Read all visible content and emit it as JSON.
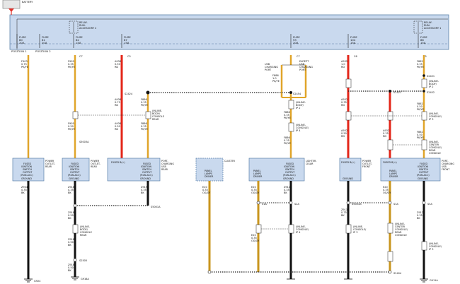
{
  "battery": {
    "label": "BATTERY"
  },
  "relays": {
    "relay2": {
      "lines": [
        "RELAY-",
        "RUN-",
        "ACCESSORY 2"
      ]
    },
    "relay1": {
      "lines": [
        "RELAY-",
        "RUN-",
        "ACCESSORY 1"
      ]
    }
  },
  "fuses": [
    {
      "lines": [
        "FUSE",
        "80",
        "20A"
      ]
    },
    {
      "lines": [
        "FUSE",
        "81",
        "20A"
      ]
    },
    {
      "lines": [
        "FUSE",
        "82",
        "15A"
      ]
    },
    {
      "lines": [
        "FUSE",
        "87",
        "15A"
      ]
    },
    {
      "lines": [
        "FUSE",
        "93",
        "20A"
      ]
    },
    {
      "lines": [
        "FUSE",
        "104",
        "15A"
      ]
    },
    {
      "lines": [
        "FUSE",
        "86",
        "15A"
      ]
    }
  ],
  "positions": {
    "p1": "POSITION 1",
    "p2": "POSITION 2"
  },
  "upper_connectors": [
    "C7",
    "C5",
    "C7",
    "C6",
    "C5"
  ],
  "circuits": {
    "c1": [
      "F903",
      "0.75",
      "PK/YE"
    ],
    "c2a": [
      "F905",
      "0.35",
      "PK/YE"
    ],
    "c2b": [
      "F905",
      "0.50",
      "PK/YE"
    ],
    "c3a": [
      "A936",
      "0.50",
      "RD"
    ],
    "c3b": [
      "A936",
      "0.75",
      "RD"
    ],
    "c3c": [
      "A936",
      "0.50",
      "RD"
    ],
    "c4a": [
      "F886",
      "0.35",
      "PK/YE"
    ],
    "c4b": [
      "F886",
      "0.35",
      "PK/YE"
    ],
    "c5a": [
      "F886",
      "1.0",
      "PK/YE"
    ],
    "c5b": [
      "F886",
      "0.35",
      "PK/YE"
    ],
    "c5c": [
      "F886",
      "0.35",
      "PK/YE"
    ],
    "c6a": [
      "A932",
      "1.0",
      "RD"
    ],
    "c6b": [
      "A932",
      "0.35",
      "RD"
    ],
    "c6c": [
      "A932",
      "0.50",
      "RD"
    ],
    "c7a": [
      "F862",
      "0.35",
      "PK/YE"
    ],
    "c7b": [
      "F862",
      "0.50",
      "PK/YE"
    ],
    "c7c": [
      "F862",
      "0.50",
      "PK/YE"
    ],
    "c8": [
      "A932",
      "0.35",
      "RD"
    ]
  },
  "splices": [
    "S2424",
    "S2454",
    "S2421",
    "S2452",
    "S2451",
    "S5003A",
    "S5001A",
    "S2505",
    "S1A",
    "S2A",
    "S5001A",
    "S3A",
    "S5A",
    "S2404",
    "S4A"
  ],
  "usb_labels": {
    "left": [
      "USB",
      "CHARGING",
      "PORT"
    ],
    "right": [
      "EXCEPT",
      "USB",
      "CHARGING",
      "PORT"
    ]
  },
  "inline_labels": {
    "i1": [
      "(INLINE-",
      "BODY/",
      "CONSOLE",
      "REAR"
    ],
    "i2": [
      "(INLINE-",
      "BODY/",
      "IP 2"
    ],
    "i3": [
      "(INLINE-",
      "CONSOLE/",
      "IP 4"
    ],
    "i4": [
      "(INLINE-",
      "BODY/",
      "IP 2"
    ],
    "i5": [
      "(INLINE-",
      "CONSOLE/",
      "IP 3"
    ],
    "i6": [
      "(INLINE-",
      "CENTER",
      "CONSOLE/",
      "REAR",
      "CONSOLE"
    ],
    "i7": [
      "(INLINE-",
      "BODY/",
      "CONSOLE",
      "REAR"
    ],
    "i8": [
      "(INLINE-",
      "CONSOLE/",
      "IP 4"
    ],
    "i9": [
      "(INLINE-",
      "CONSOLE/",
      "IP 3"
    ],
    "i10": [
      "(INLINE-",
      "CENTER",
      "CONSOLE/",
      "REAR",
      "CONSOLE"
    ],
    "i11": [
      "(INLINE-",
      "CONSOLE/",
      "IP 3"
    ]
  },
  "modules": [
    {
      "name": "POWER OUTLET-REAR",
      "label_lines": [
        "POWER",
        "OUTLET-",
        "REAR"
      ],
      "inner": [
        "FUSED",
        "IGNITION",
        "SWITCH",
        "OUTPUT",
        "(RUN-ACC)"
      ],
      "footer": "GROUND"
    },
    {
      "name": "POWER OUTLET-REAR 2",
      "label_lines": [
        "POWER",
        "OUTLET-",
        "REAR"
      ],
      "inner": [
        "FUSED",
        "IGNITION",
        "SWITCH",
        "OUTPUT",
        "(RUN-ACC)"
      ],
      "footer": "GROUND"
    },
    {
      "name": "PORT-CHARGING USB REAR",
      "label_lines": [
        "PORT-",
        "CHARGING",
        "USB",
        "REAR"
      ],
      "inner_left": "FUSED B(+)",
      "inner": [
        "FUSED",
        "IGNITION",
        "SWITCH",
        "OUTPUT",
        "(RUN-ACC)"
      ],
      "footer": "GROUND"
    },
    {
      "name": "CLUSTER",
      "label_lines": [
        "CLUSTER"
      ],
      "inner": [
        "PANEL",
        "LAMPS",
        "DRIVER"
      ],
      "footer": ""
    },
    {
      "name": "LIGHTER-CIGAR",
      "label_lines": [
        "LIGHTER-",
        "CIGAR"
      ],
      "inner_left_lines": [
        "PANEL",
        "LAMPS",
        "DRIVER"
      ],
      "inner": [
        "FUSED",
        "IGNITION",
        "SWITCH",
        "OUTPUT",
        "(RUN-ACC)"
      ],
      "footer": "GROUND"
    },
    {
      "name": "POWER OUTLET-FRONT",
      "label_lines": [
        "POWER",
        "OUTLET-",
        "FRONT"
      ],
      "inner_left": "FUSED B(+)",
      "footer": "GROUND"
    },
    {
      "name": "PORT-CHARGING USB FRONT",
      "label_lines": [
        "PORT-",
        "CHARGING",
        "USB",
        "FRONT"
      ],
      "inner_left": "FUSED B(+)",
      "inner_mid_lines": [
        "PANEL",
        "LAMPS",
        "DRIVER"
      ],
      "inner": [
        "FUSED",
        "IGNITION",
        "SWITCH",
        "OUTPUT",
        "(RUN-ACC)"
      ],
      "footer": "GROUND"
    }
  ],
  "lower_circuits": {
    "g1": [
      "Z904",
      "0.35",
      "BK"
    ],
    "g2a": [
      "Z918",
      "0.35",
      "BK"
    ],
    "g2b": [
      "Z918",
      "0.50",
      "BK"
    ],
    "g2c": [
      "Z918",
      "0.50",
      "BK"
    ],
    "g2d": [
      "Z918",
      "0.50",
      "BK"
    ],
    "g3": [
      "Z919",
      "0.35",
      "BK"
    ],
    "l1": [
      "E20",
      "0.35",
      "OG/GY"
    ],
    "l2": [
      "E20",
      "0.35",
      "OG/GY"
    ],
    "l3": [
      "E20",
      "0.35",
      "OG/GY"
    ],
    "g4": [
      "Z911",
      "0.35",
      "BK"
    ],
    "g5": [
      "Z911",
      "0.75",
      "BK"
    ],
    "l4": [
      "E20",
      "0.35",
      "OG/GY"
    ],
    "g6": [
      "Z912",
      "0.35",
      "BK"
    ]
  },
  "grounds": [
    "G924",
    "G916A",
    "G911A"
  ],
  "colors": {
    "pk_ye": "#e0a52a",
    "rd": "#e32619",
    "bk": "#111111",
    "og_gy": "#c8951e",
    "fuse_box_fill": "#c9d9ee",
    "module_fill": "#c9d9ee",
    "accent": "#e0302a"
  }
}
